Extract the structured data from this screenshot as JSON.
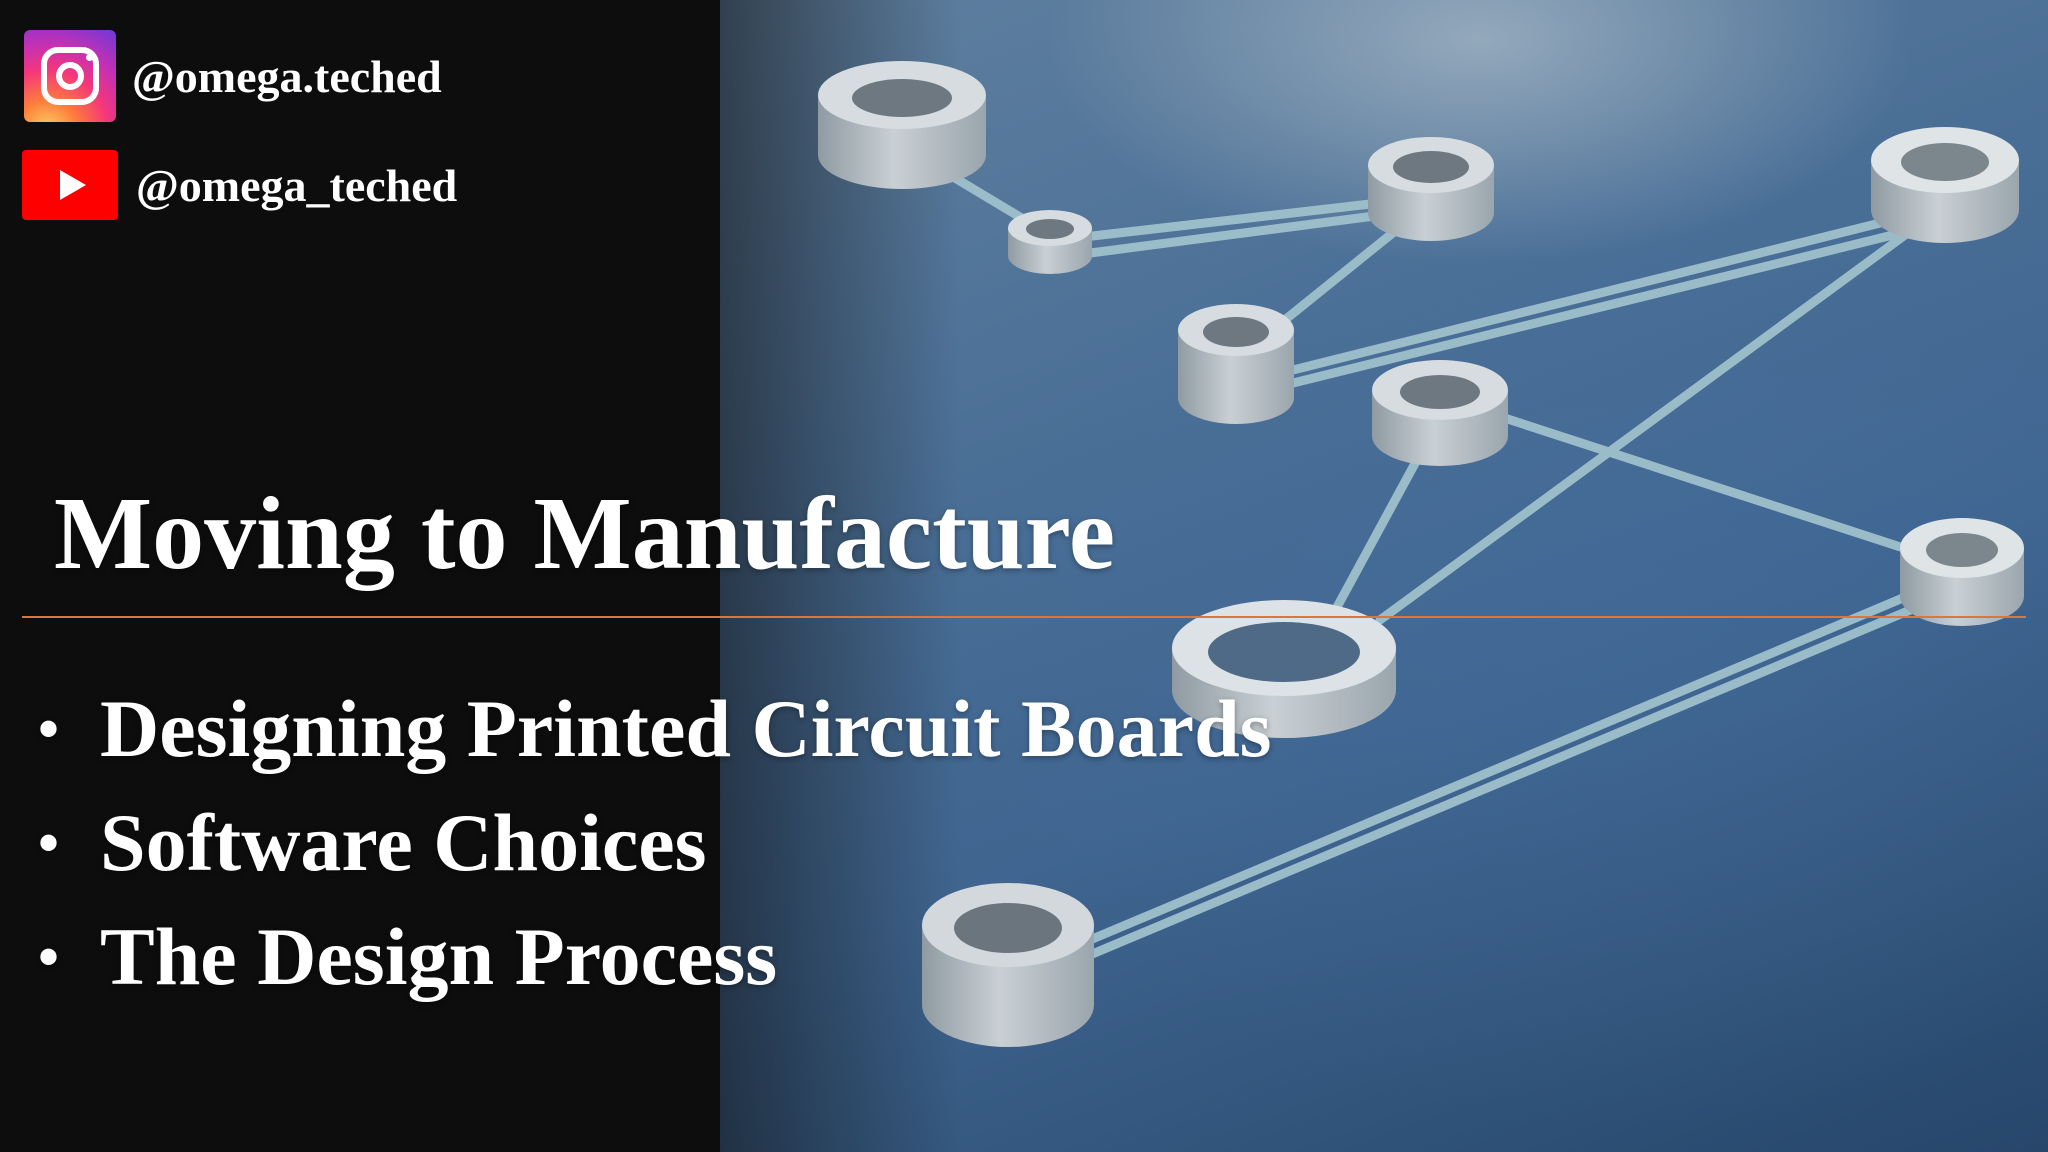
{
  "social": {
    "instagram": {
      "handle": "@omega.teched",
      "icon": "instagram-icon"
    },
    "youtube": {
      "handle": "@omega_teched",
      "icon": "youtube-icon"
    }
  },
  "slide": {
    "title": "Moving to Manufacture",
    "bullet_symbol": "•",
    "bullets": [
      "Designing Printed Circuit Boards",
      "Software Choices",
      "The Design Process"
    ]
  },
  "colors": {
    "background": "#0d0d0d",
    "divider": "#d9783a",
    "text": "#ffffff",
    "youtube_red": "#ff0000"
  }
}
